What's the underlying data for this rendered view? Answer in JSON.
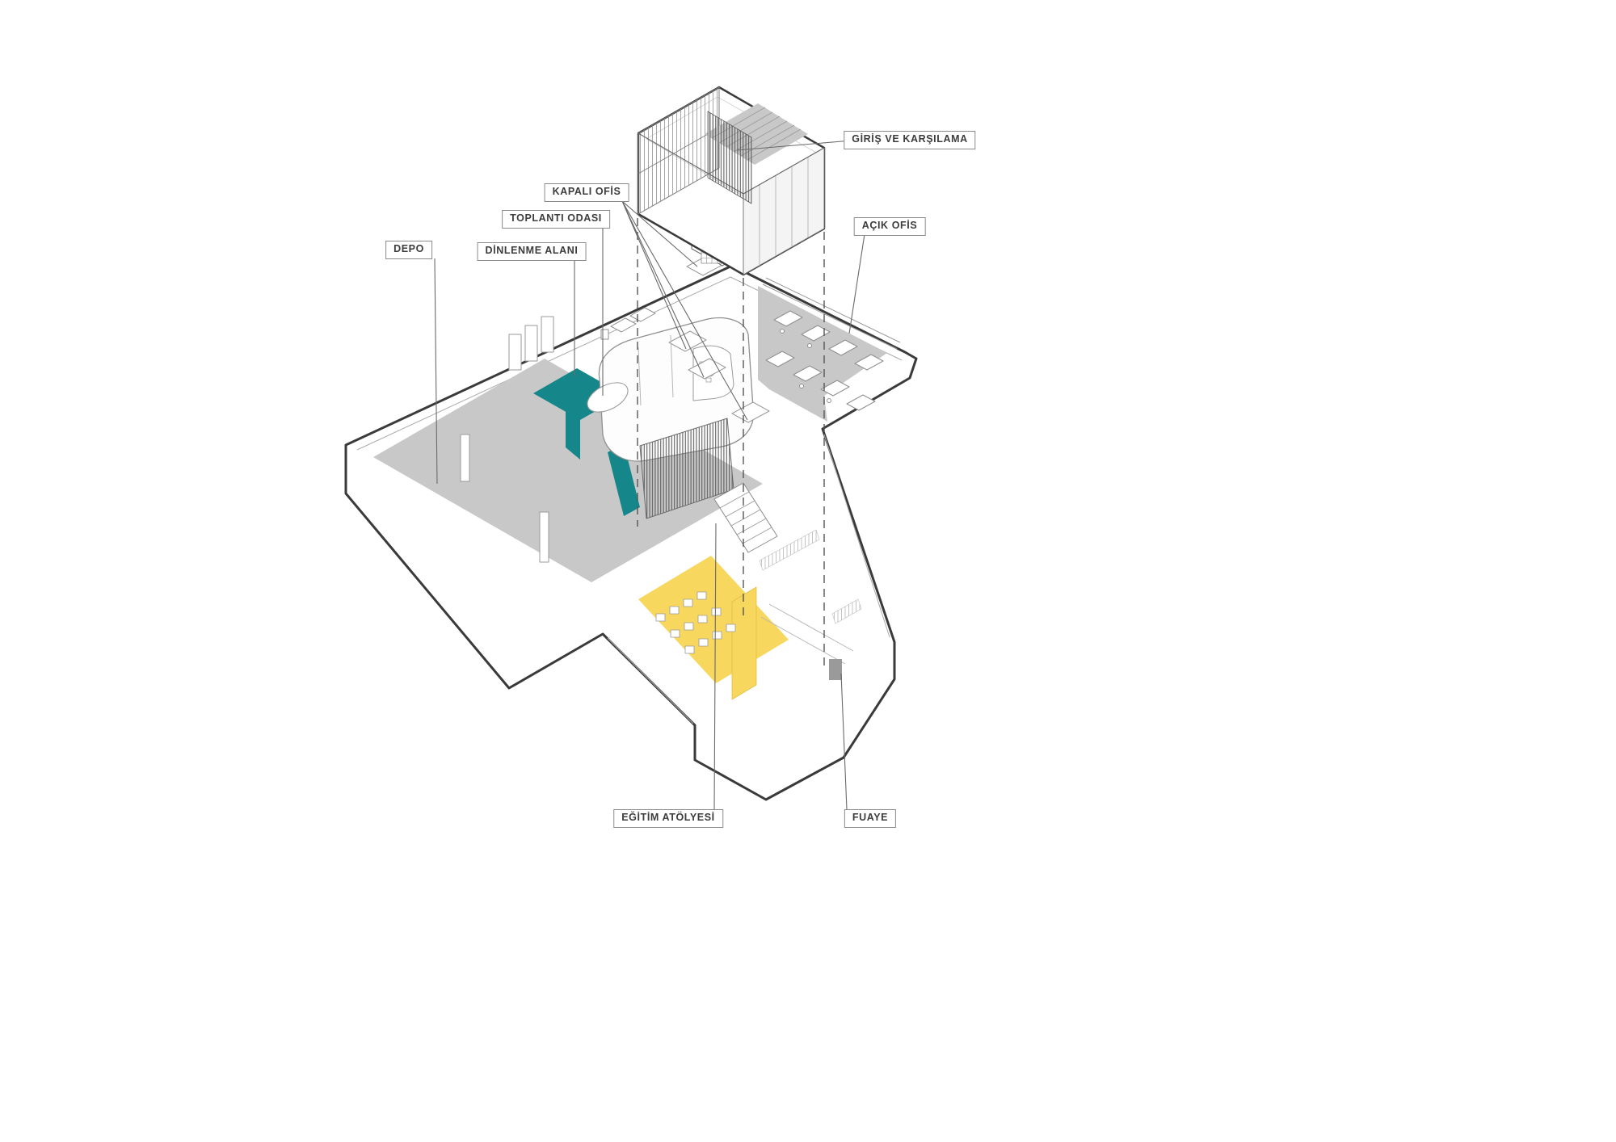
{
  "labels": {
    "giris": "GİRİŞ VE KARŞILAMA",
    "kapali": "KAPALI OFİS",
    "toplanti": "TOPLANTI ODASI",
    "dinlenme": "DİNLENME ALANI",
    "depo": "DEPO",
    "acik": "AÇIK OFİS",
    "egitim": "EĞİTİM ATÖLYESİ",
    "fuaye": "FUAYE"
  },
  "colors": {
    "floor_gray": "#c8c8c8",
    "teal": "#15878a",
    "yellow": "#f7d75e",
    "outline": "#3a3a3a",
    "line": "#9a9a9a"
  }
}
